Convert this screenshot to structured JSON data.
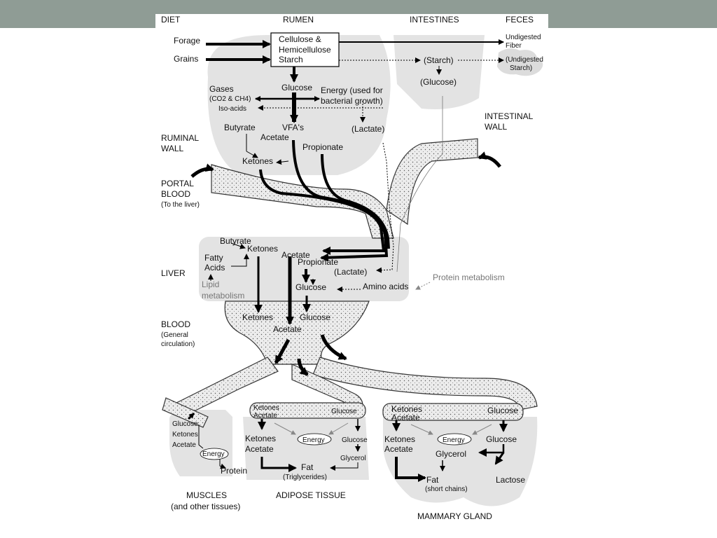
{
  "headers": {
    "diet": "DIET",
    "rumen": "RUMEN",
    "intestines": "INTESTINES",
    "feces": "FECES"
  },
  "diet": {
    "forage": "Forage",
    "grains": "Grains"
  },
  "rumen_box": {
    "line1": "Cellulose &",
    "line2": "Hemicellulose",
    "line3": "Starch"
  },
  "feces": {
    "fiber1": "Undigested",
    "fiber2": "Fiber",
    "starch1": "(Undigested",
    "starch2": "Starch)"
  },
  "intestines": {
    "starch": "(Starch)",
    "glucose": "(Glucose)",
    "wall1": "INTESTINAL",
    "wall2": "WALL"
  },
  "rumen": {
    "gases": "Gases",
    "gases_sub": "(CO2 & CH4)",
    "isoacids": "Iso-acids",
    "glucose": "Glucose",
    "energy1": "Energy (used for",
    "energy2": "bacterial growth)",
    "butyrate": "Butyrate",
    "vfas": "VFA's",
    "acetate": "Acetate",
    "lactate": "(Lactate)",
    "propionate": "Propionate",
    "ketones": "Ketones"
  },
  "sections": {
    "ruminal_wall1": "RUMINAL",
    "ruminal_wall2": "WALL",
    "portal1": "PORTAL",
    "portal2": "BLOOD",
    "portal3": "(To the liver)",
    "liver": "LIVER",
    "blood1": "BLOOD",
    "blood2": "(General",
    "blood3": "circulation)"
  },
  "liver": {
    "butyrate": "Butyrate",
    "ketones": "Ketones",
    "acetate": "Acetate",
    "fatty1": "Fatty",
    "fatty2": "Acids",
    "propionate": "Propionate",
    "lactate": "(Lactate)",
    "lipid1": "Lipid",
    "lipid2": "metabolism",
    "glucose": "Glucose",
    "amino": "Amino acids",
    "protein_metabolism": "Protein metabolism"
  },
  "blood": {
    "ketones": "Ketones",
    "glucose": "Glucose",
    "acetate": "Acetate"
  },
  "muscles": {
    "glucose": "Glucose",
    "ketones": "Ketones",
    "acetate": "Acetate",
    "energy": "Energy",
    "protein": "Protein",
    "title1": "MUSCLES",
    "title2": "(and other tissues)"
  },
  "adipose": {
    "v_ketones": "Ketones",
    "v_acetate": "Acetate",
    "v_glucose": "Glucose",
    "ketones": "Ketones",
    "acetate": "Acetate",
    "energy": "Energy",
    "glucose": "Glucose",
    "glycerol": "Glycerol",
    "fat": "Fat",
    "trig": "(Triglycerides)",
    "title": "ADIPOSE TISSUE"
  },
  "mammary": {
    "v_ketones": "Ketones",
    "v_acetate": "Acetate",
    "v_glucose": "Glucose",
    "ketones": "Ketones",
    "acetate": "Acetate",
    "energy": "Energy",
    "glucose": "Glucose",
    "glycerol": "Glycerol",
    "fat": "Fat",
    "short": "(short chains)",
    "lactose": "Lactose",
    "title": "MAMMARY GLAND"
  }
}
